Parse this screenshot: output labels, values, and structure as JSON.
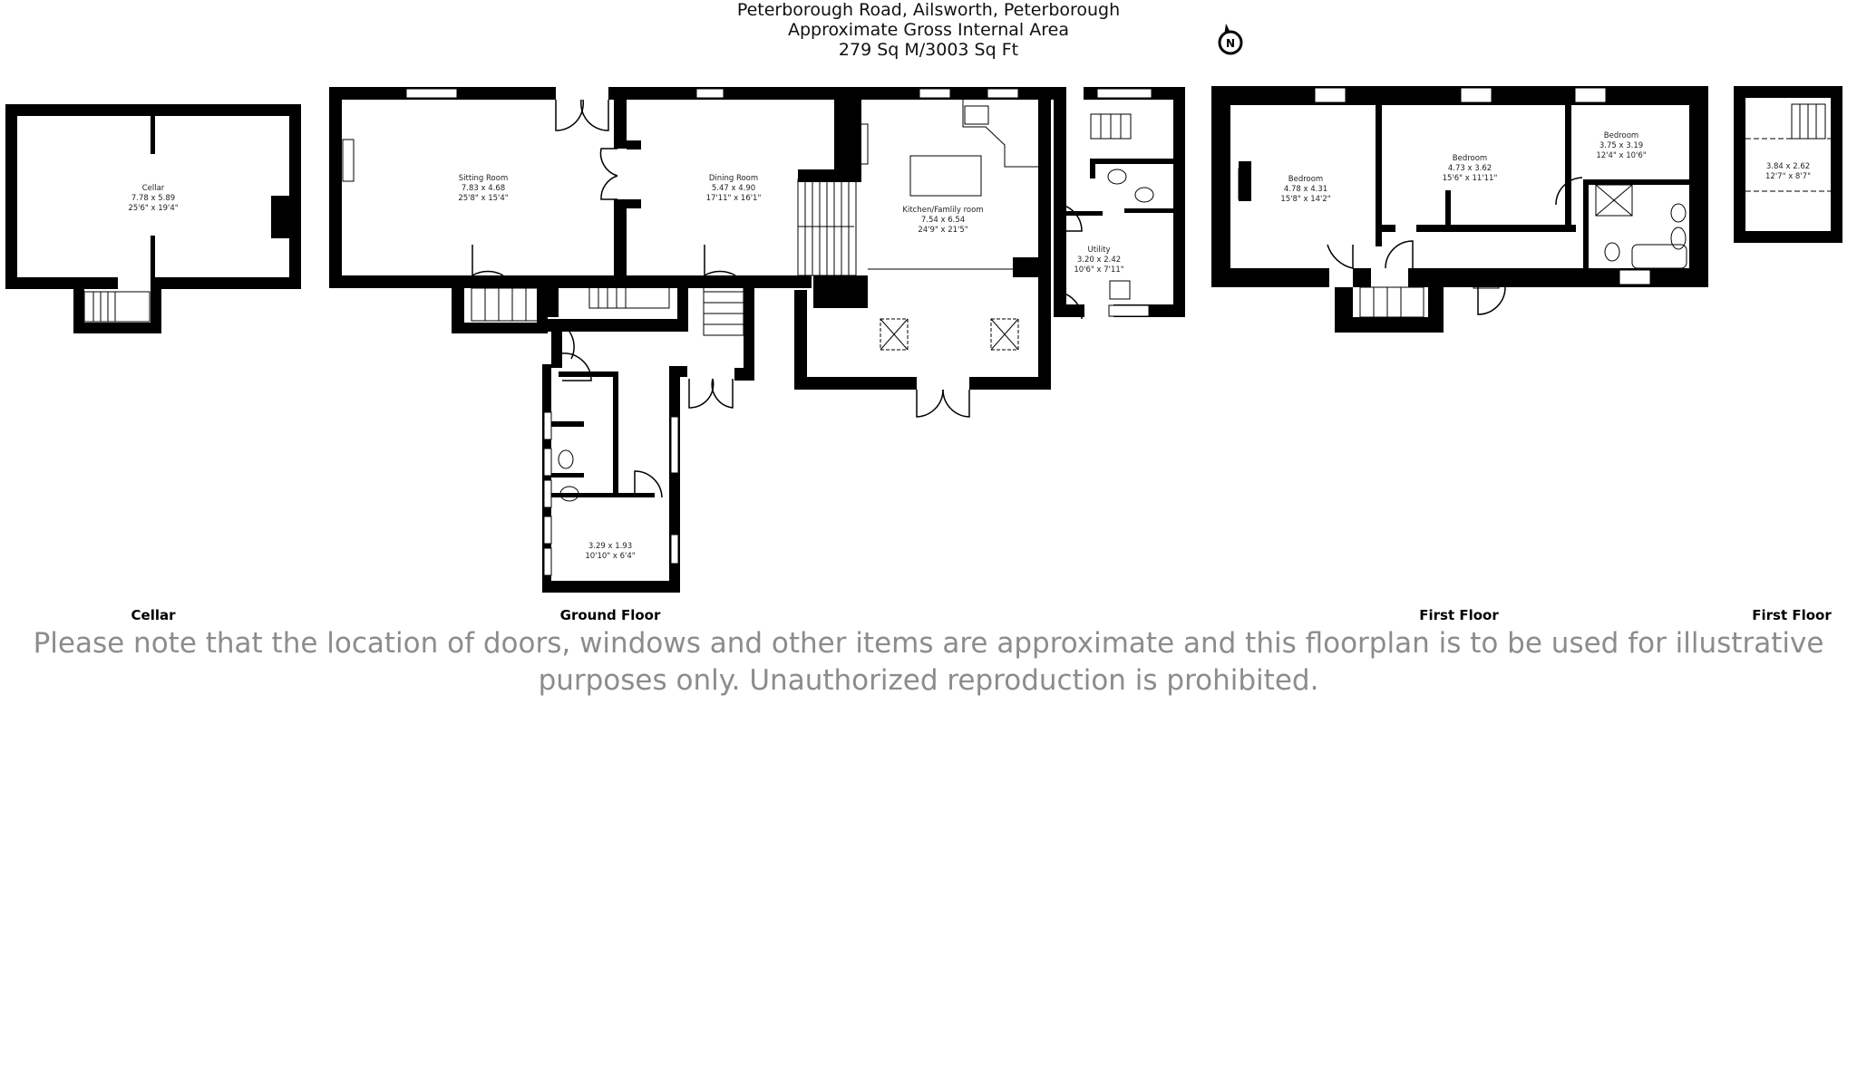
{
  "header": {
    "address": "Peterborough Road, Ailsworth, Peterborough",
    "area_title": "Approximate Gross Internal Area",
    "area_value": "279 Sq M/3003 Sq Ft"
  },
  "compass": {
    "label": "N",
    "icon": "north-arrow-icon"
  },
  "floors": [
    {
      "label": "Cellar"
    },
    {
      "label": "Ground Floor"
    },
    {
      "label": "First Floor"
    },
    {
      "label": "First Floor"
    }
  ],
  "rooms": {
    "cellar": {
      "name": "Cellar",
      "metric": "7.78 x 5.89",
      "imperial": "25'6\" x 19'4\""
    },
    "sitting_room": {
      "name": "Sitting Room",
      "metric": "7.83 x 4.68",
      "imperial": "25'8\" x 15'4\""
    },
    "dining_room": {
      "name": "Dining Room",
      "metric": "5.47 x 4.90",
      "imperial": "17'11\" x 16'1\""
    },
    "kitchen": {
      "name": "Kitchen/Famlily room",
      "metric": "7.54 x 6.54",
      "imperial": "24'9\" x 21'5\""
    },
    "utility": {
      "name": "Utility",
      "metric": "3.20 x 2.42",
      "imperial": "10'6\" x 7'11\""
    },
    "ground_extra": {
      "name": "",
      "metric": "3.29 x 1.93",
      "imperial": "10'10\" x 6'4\""
    },
    "bedroom1": {
      "name": "Bedroom",
      "metric": "4.78 x 4.31",
      "imperial": "15'8\" x 14'2\""
    },
    "bedroom2": {
      "name": "Bedroom",
      "metric": "4.73 x 3.62",
      "imperial": "15'6\" x 11'11\""
    },
    "bedroom3": {
      "name": "Bedroom",
      "metric": "3.75 x 3.19",
      "imperial": "12'4\" x 10'6\""
    },
    "attic": {
      "name": "",
      "metric": "3.84 x 2.62",
      "imperial": "12'7\" x 8'7\""
    }
  },
  "disclaimer": {
    "line1": "Please note that the location of doors, windows and other items are approximate and this floorplan is to be used for illustrative",
    "line2": "purposes only. Unauthorized reproduction is prohibited."
  },
  "colors": {
    "wall": "#000000",
    "disclaimer": "#8c8c8c",
    "text": "#111111"
  }
}
